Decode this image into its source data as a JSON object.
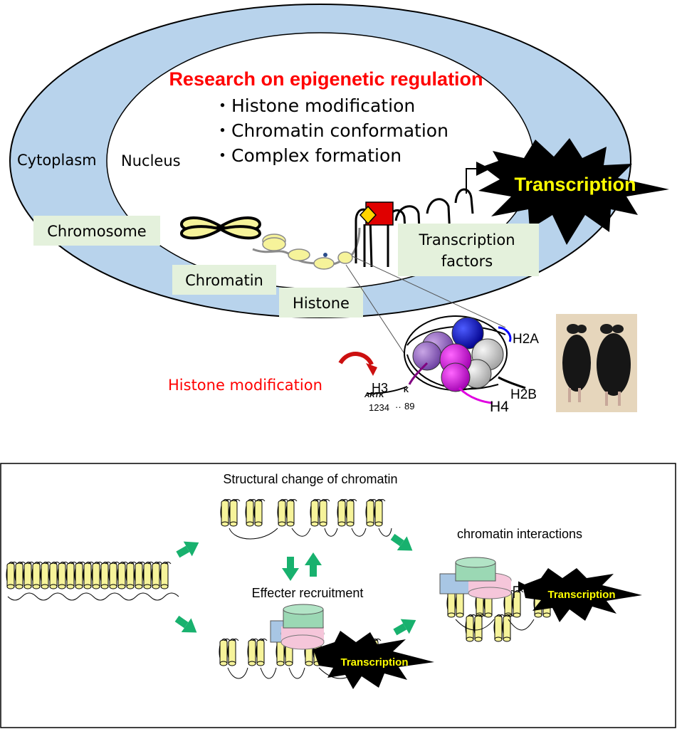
{
  "top": {
    "title": "Research on epigenetic regulation",
    "bullets": [
      "・Histone modification",
      "・Chromatin conformation",
      "・Complex formation"
    ],
    "cytoplasm": "Cytoplasm",
    "nucleus": "Nucleus",
    "chromosome": "Chromosome",
    "chromatin": "Chromatin",
    "histone": "Histone",
    "transcription_factors": [
      "Transcription",
      "factors"
    ],
    "transcription": "Transcription",
    "histone_modification": "Histone modification",
    "h2a": "H2A",
    "h2b": "H2B",
    "h3": "H3",
    "h4": "H4",
    "tail_letters": "ARTK",
    "tail_k": "K",
    "tail_numbers": "1234",
    "tail_dots": "··",
    "tail_89": "89"
  },
  "bottom": {
    "structural_change": "Structural change of chromatin",
    "chromatin_interactions": "chromatin interactions",
    "effecter_recruitment": "Effecter recruitment",
    "transcription": "Transcription"
  },
  "colors": {
    "cytoplasm": "#b8d3ec",
    "title_red": "#ff0000",
    "label_box": "#e4f1dc",
    "nucleosome": "#f6f39a",
    "arrow_green": "#18b16e",
    "burst_text": "#ffff00",
    "tf_red": "#e00000",
    "tf_yellow": "#ffd400"
  }
}
